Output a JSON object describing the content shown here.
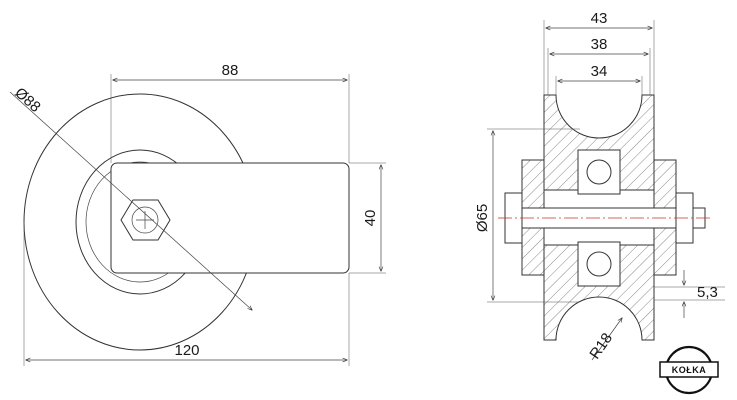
{
  "side_view": {
    "dim_bracket_width": "88",
    "dim_wheel_diameter": "Ø88",
    "dim_bracket_height": "40",
    "dim_overall_width": "120"
  },
  "section_view": {
    "dim_outer_width": "43",
    "dim_mid_width": "38",
    "dim_inner_width": "34",
    "dim_diameter": "Ø65",
    "dim_offset": "5,3",
    "dim_radius": "R18"
  },
  "logo": {
    "text": "KOŁKA"
  },
  "colors": {
    "line": "#333333",
    "centerline": "#c0392b",
    "hatch": "#555555"
  }
}
